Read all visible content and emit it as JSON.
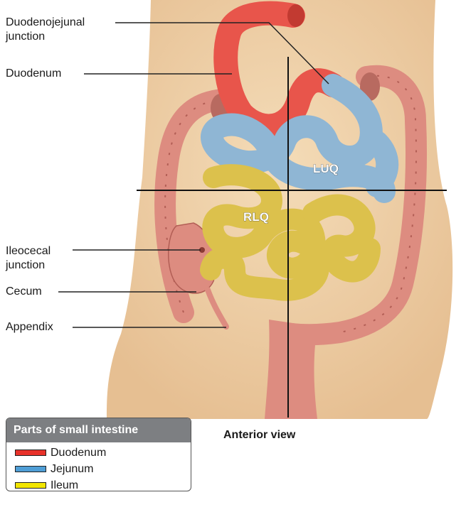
{
  "labels": {
    "duodenojejunal": [
      "Duodenojejunal",
      "junction"
    ],
    "duodenum": "Duodenum",
    "ileocecal": [
      "Ileocecal",
      "junction"
    ],
    "cecum": "Cecum",
    "appendix": "Appendix"
  },
  "quadrants": {
    "luq": "LUQ",
    "rlq": "RLQ"
  },
  "caption": "Anterior view",
  "legend": {
    "title": "Parts of small intestine",
    "items": [
      {
        "label": "Duodenum",
        "color": "#e8322a"
      },
      {
        "label": "Jejunum",
        "color": "#4f9ed6"
      },
      {
        "label": "Ileum",
        "color": "#f2e600"
      }
    ]
  },
  "colors": {
    "skin": "#efd2a8",
    "colon": "#dd8c80",
    "duodenum": "#e8554b",
    "jejunum": "#8fb6d4",
    "ileum": "#dcc14c"
  }
}
